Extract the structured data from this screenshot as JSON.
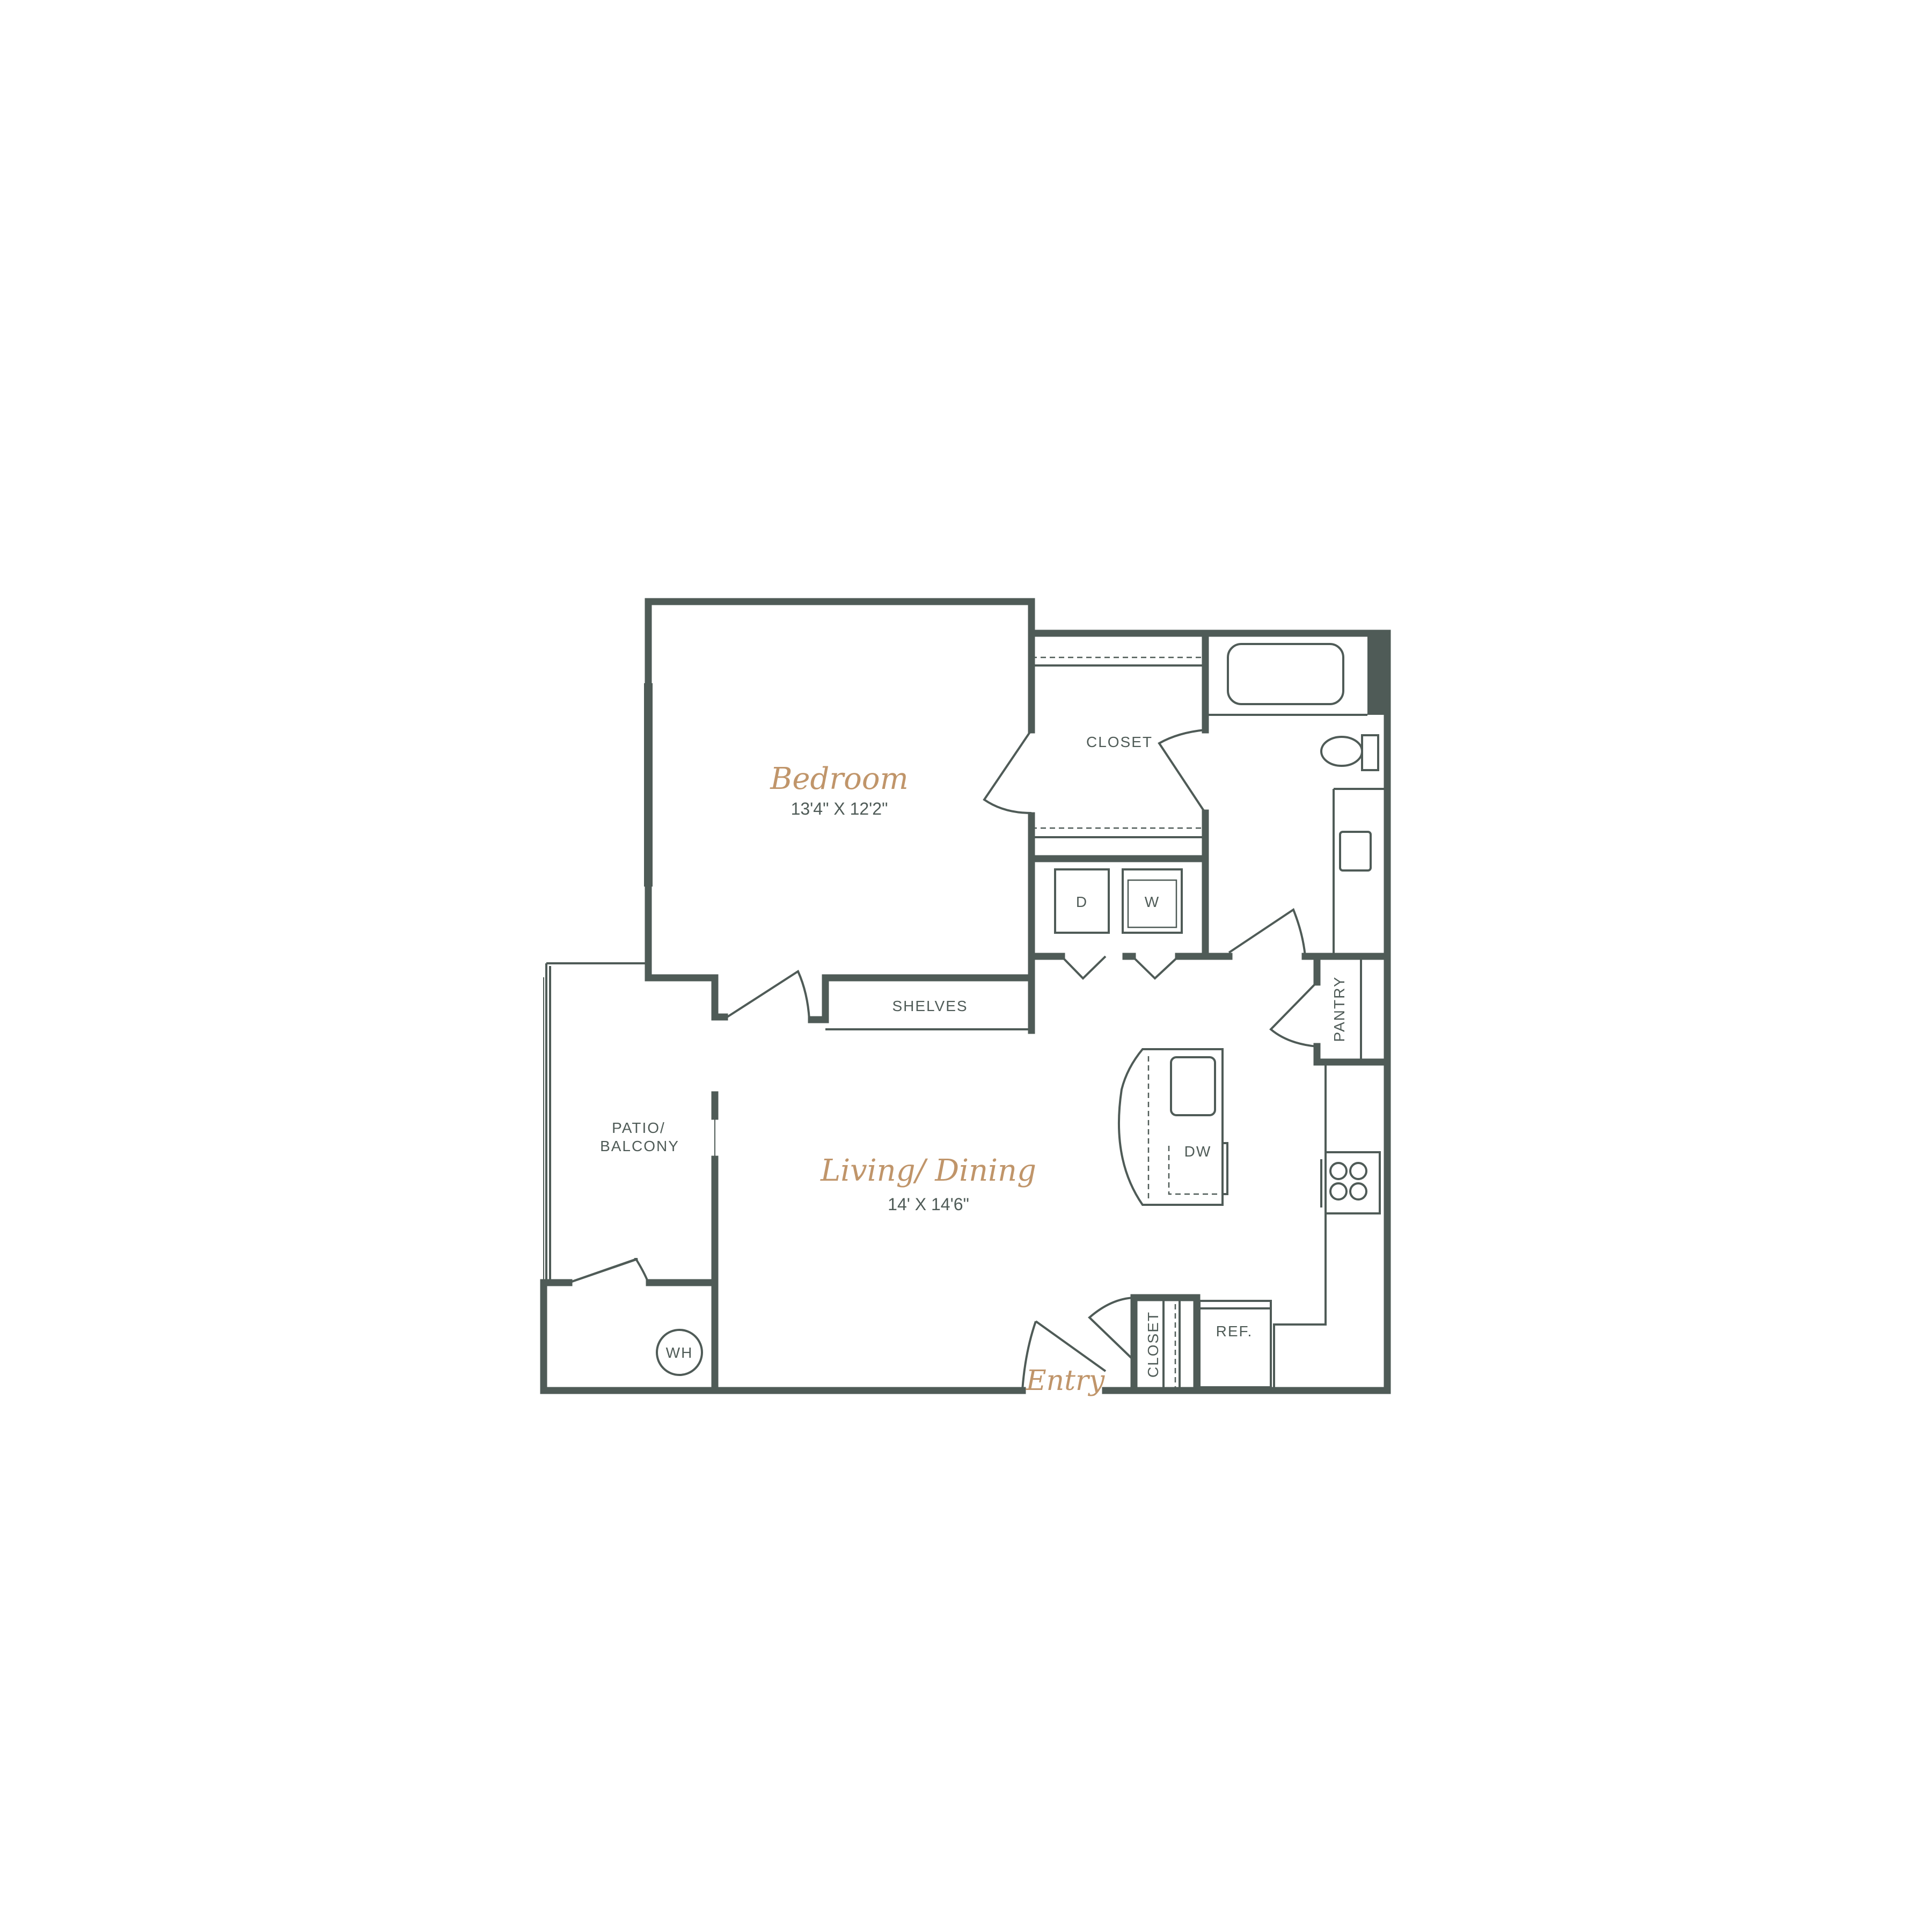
{
  "colors": {
    "wall": "#4f5b57",
    "room_label": "#c0956a",
    "background": "#ffffff"
  },
  "rooms": {
    "bedroom": {
      "name": "Bedroom",
      "size": "13'4\" X 12'2\""
    },
    "living": {
      "name": "Living/ Dining",
      "size": "14' X 14'6\""
    },
    "entry": {
      "name": "Entry"
    }
  },
  "labels": {
    "closet": "CLOSET",
    "shelves": "SHELVES",
    "patio_line1": "PATIO/",
    "patio_line2": "BALCONY",
    "wh": "WH",
    "dryer": "D",
    "washer": "W",
    "pantry": "PANTRY",
    "dw": "DW",
    "entry_closet": "CLOSET",
    "ref": "REF."
  }
}
